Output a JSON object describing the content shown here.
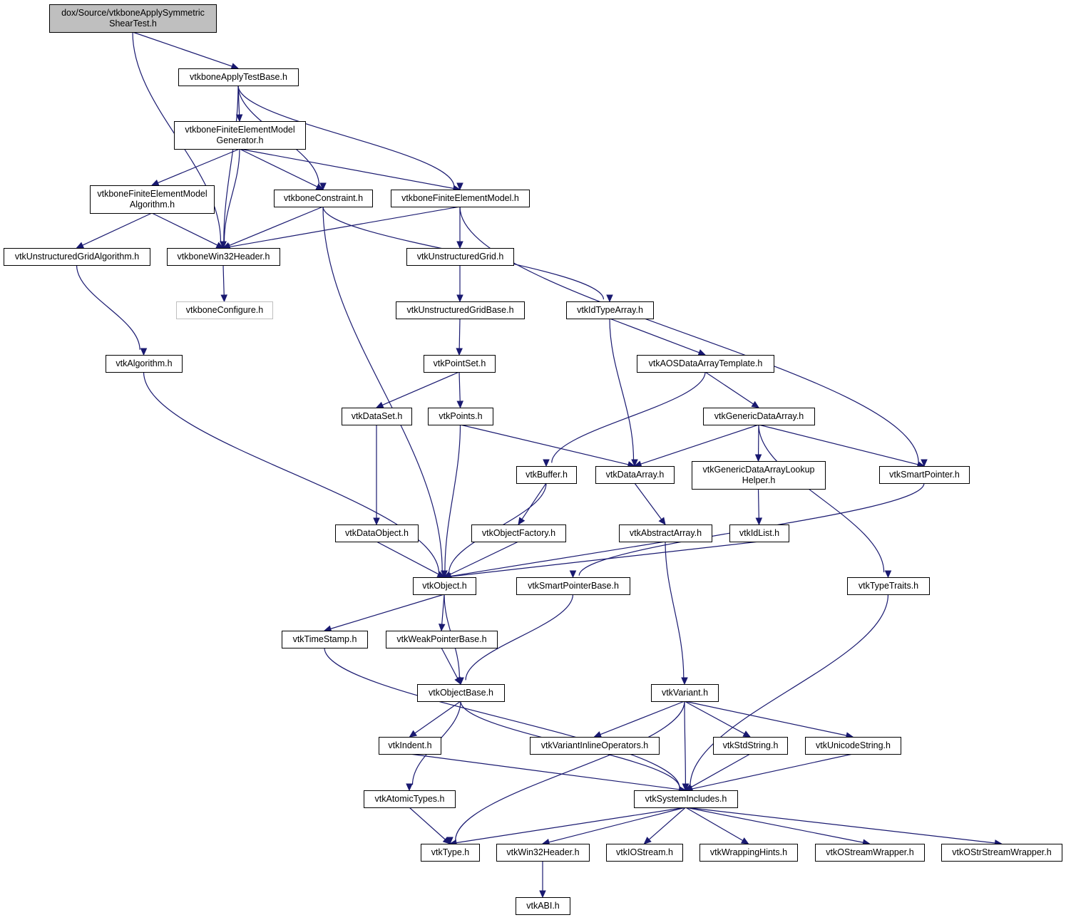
{
  "nodes": [
    {
      "id": "root",
      "lines": [
        "dox/Source/vtkboneApplySymmetric",
        "ShearTest.h"
      ]
    },
    {
      "id": "applytestbase",
      "lines": [
        "vtkboneApplyTestBase.h"
      ]
    },
    {
      "id": "femgen",
      "lines": [
        "vtkboneFiniteElementModel",
        "Generator.h"
      ]
    },
    {
      "id": "femalgo",
      "lines": [
        "vtkboneFiniteElementModel",
        "Algorithm.h"
      ]
    },
    {
      "id": "constraint",
      "lines": [
        "vtkboneConstraint.h"
      ]
    },
    {
      "id": "fem",
      "lines": [
        "vtkboneFiniteElementModel.h"
      ]
    },
    {
      "id": "ugalgo",
      "lines": [
        "vtkUnstructuredGridAlgorithm.h"
      ]
    },
    {
      "id": "win32header",
      "lines": [
        "vtkboneWin32Header.h"
      ]
    },
    {
      "id": "ug",
      "lines": [
        "vtkUnstructuredGrid.h"
      ]
    },
    {
      "id": "configure",
      "lines": [
        "vtkboneConfigure.h"
      ]
    },
    {
      "id": "ugbase",
      "lines": [
        "vtkUnstructuredGridBase.h"
      ]
    },
    {
      "id": "idtypearray",
      "lines": [
        "vtkIdTypeArray.h"
      ]
    },
    {
      "id": "algorithm",
      "lines": [
        "vtkAlgorithm.h"
      ]
    },
    {
      "id": "pointset",
      "lines": [
        "vtkPointSet.h"
      ]
    },
    {
      "id": "aos",
      "lines": [
        "vtkAOSDataArrayTemplate.h"
      ]
    },
    {
      "id": "dataset",
      "lines": [
        "vtkDataSet.h"
      ]
    },
    {
      "id": "points",
      "lines": [
        "vtkPoints.h"
      ]
    },
    {
      "id": "genericda",
      "lines": [
        "vtkGenericDataArray.h"
      ]
    },
    {
      "id": "buffer",
      "lines": [
        "vtkBuffer.h"
      ]
    },
    {
      "id": "dataarray",
      "lines": [
        "vtkDataArray.h"
      ]
    },
    {
      "id": "lookuphelper",
      "lines": [
        "vtkGenericDataArrayLookup",
        "Helper.h"
      ]
    },
    {
      "id": "smartpointer",
      "lines": [
        "vtkSmartPointer.h"
      ]
    },
    {
      "id": "dataobject",
      "lines": [
        "vtkDataObject.h"
      ]
    },
    {
      "id": "objfactory",
      "lines": [
        "vtkObjectFactory.h"
      ]
    },
    {
      "id": "abstractarray",
      "lines": [
        "vtkAbstractArray.h"
      ]
    },
    {
      "id": "idlist",
      "lines": [
        "vtkIdList.h"
      ]
    },
    {
      "id": "object",
      "lines": [
        "vtkObject.h"
      ]
    },
    {
      "id": "spbase",
      "lines": [
        "vtkSmartPointerBase.h"
      ]
    },
    {
      "id": "typetraits",
      "lines": [
        "vtkTypeTraits.h"
      ]
    },
    {
      "id": "timestamp",
      "lines": [
        "vtkTimeStamp.h"
      ]
    },
    {
      "id": "weakpbase",
      "lines": [
        "vtkWeakPointerBase.h"
      ]
    },
    {
      "id": "objectbase",
      "lines": [
        "vtkObjectBase.h"
      ]
    },
    {
      "id": "variant",
      "lines": [
        "vtkVariant.h"
      ]
    },
    {
      "id": "indent",
      "lines": [
        "vtkIndent.h"
      ]
    },
    {
      "id": "variantinline",
      "lines": [
        "vtkVariantInlineOperators.h"
      ]
    },
    {
      "id": "stdstring",
      "lines": [
        "vtkStdString.h"
      ]
    },
    {
      "id": "unicodestring",
      "lines": [
        "vtkUnicodeString.h"
      ]
    },
    {
      "id": "atomictypes",
      "lines": [
        "vtkAtomicTypes.h"
      ]
    },
    {
      "id": "sysincludes",
      "lines": [
        "vtkSystemIncludes.h"
      ]
    },
    {
      "id": "type",
      "lines": [
        "vtkType.h"
      ]
    },
    {
      "id": "win32",
      "lines": [
        "vtkWin32Header.h"
      ]
    },
    {
      "id": "iostream",
      "lines": [
        "vtkIOStream.h"
      ]
    },
    {
      "id": "wraphints",
      "lines": [
        "vtkWrappingHints.h"
      ]
    },
    {
      "id": "ostreamwrap",
      "lines": [
        "vtkOStreamWrapper.h"
      ]
    },
    {
      "id": "ostrstreamwrap",
      "lines": [
        "vtkOStrStreamWrapper.h"
      ]
    },
    {
      "id": "abi",
      "lines": [
        "vtkABI.h"
      ]
    }
  ],
  "edges": [
    [
      "root",
      "applytestbase"
    ],
    [
      "root",
      "win32header"
    ],
    [
      "applytestbase",
      "femgen"
    ],
    [
      "applytestbase",
      "constraint"
    ],
    [
      "applytestbase",
      "fem"
    ],
    [
      "applytestbase",
      "win32header"
    ],
    [
      "femgen",
      "femalgo"
    ],
    [
      "femgen",
      "constraint"
    ],
    [
      "femgen",
      "fem"
    ],
    [
      "femgen",
      "win32header"
    ],
    [
      "femalgo",
      "ugalgo"
    ],
    [
      "femalgo",
      "win32header"
    ],
    [
      "constraint",
      "win32header"
    ],
    [
      "constraint",
      "idtypearray"
    ],
    [
      "constraint",
      "object"
    ],
    [
      "fem",
      "win32header"
    ],
    [
      "fem",
      "ug"
    ],
    [
      "fem",
      "smartpointer"
    ],
    [
      "win32header",
      "configure"
    ],
    [
      "ugalgo",
      "algorithm"
    ],
    [
      "ug",
      "ugbase"
    ],
    [
      "ugbase",
      "pointset"
    ],
    [
      "pointset",
      "dataset"
    ],
    [
      "pointset",
      "points"
    ],
    [
      "idtypearray",
      "aos"
    ],
    [
      "idtypearray",
      "dataarray"
    ],
    [
      "aos",
      "genericda"
    ],
    [
      "aos",
      "buffer"
    ],
    [
      "genericda",
      "dataarray"
    ],
    [
      "genericda",
      "lookuphelper"
    ],
    [
      "genericda",
      "smartpointer"
    ],
    [
      "genericda",
      "typetraits"
    ],
    [
      "points",
      "dataarray"
    ],
    [
      "points",
      "object"
    ],
    [
      "dataset",
      "dataobject"
    ],
    [
      "dataobject",
      "object"
    ],
    [
      "algorithm",
      "object"
    ],
    [
      "buffer",
      "objfactory"
    ],
    [
      "buffer",
      "object"
    ],
    [
      "objfactory",
      "object"
    ],
    [
      "dataarray",
      "abstractarray"
    ],
    [
      "abstractarray",
      "object"
    ],
    [
      "abstractarray",
      "variant"
    ],
    [
      "lookuphelper",
      "idlist"
    ],
    [
      "idlist",
      "object"
    ],
    [
      "smartpointer",
      "spbase"
    ],
    [
      "object",
      "timestamp"
    ],
    [
      "object",
      "weakpbase"
    ],
    [
      "object",
      "objectbase"
    ],
    [
      "weakpbase",
      "objectbase"
    ],
    [
      "spbase",
      "objectbase"
    ],
    [
      "objectbase",
      "indent"
    ],
    [
      "objectbase",
      "atomictypes"
    ],
    [
      "objectbase",
      "sysincludes"
    ],
    [
      "timestamp",
      "sysincludes"
    ],
    [
      "indent",
      "sysincludes"
    ],
    [
      "variant",
      "variantinline"
    ],
    [
      "variant",
      "stdstring"
    ],
    [
      "variant",
      "unicodestring"
    ],
    [
      "variant",
      "sysincludes"
    ],
    [
      "variant",
      "type"
    ],
    [
      "stdstring",
      "sysincludes"
    ],
    [
      "unicodestring",
      "sysincludes"
    ],
    [
      "typetraits",
      "sysincludes"
    ],
    [
      "atomictypes",
      "type"
    ],
    [
      "sysincludes",
      "type"
    ],
    [
      "sysincludes",
      "win32"
    ],
    [
      "sysincludes",
      "iostream"
    ],
    [
      "sysincludes",
      "wraphints"
    ],
    [
      "sysincludes",
      "ostreamwrap"
    ],
    [
      "sysincludes",
      "ostrstreamwrap"
    ],
    [
      "win32",
      "abi"
    ]
  ]
}
